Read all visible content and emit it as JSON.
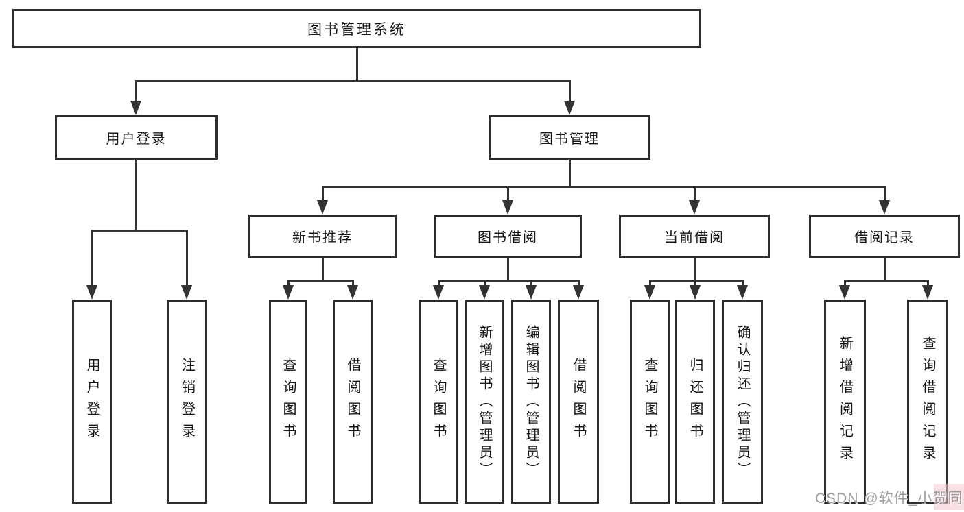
{
  "tree": {
    "root": {
      "label": "图书管理系统"
    },
    "user": {
      "label": "用户登录",
      "children": [
        {
          "label": "用户登录"
        },
        {
          "label": "注销登录"
        }
      ]
    },
    "mgmt": {
      "label": "图书管理",
      "children": [
        {
          "label": "新书推荐",
          "children": [
            {
              "label": "查询图书"
            },
            {
              "label": "借阅图书"
            }
          ]
        },
        {
          "label": "图书借阅",
          "children": [
            {
              "label": "查询图书"
            },
            {
              "label": "新增图书（管理员）"
            },
            {
              "label": "编辑图书（管理员）"
            },
            {
              "label": "借阅图书"
            }
          ]
        },
        {
          "label": "当前借阅",
          "children": [
            {
              "label": "查询图书"
            },
            {
              "label": "归还图书"
            },
            {
              "label": "确认归还（管理员）"
            }
          ]
        },
        {
          "label": "借阅记录",
          "children": [
            {
              "label": "新增借阅记录"
            },
            {
              "label": "查询借阅记录"
            }
          ]
        }
      ]
    }
  },
  "watermark": {
    "text": "CSDN @软件_小贺同学"
  },
  "colors": {
    "line": "#333333",
    "box_border": "#2d2d2d",
    "box_fill": "#ffffff",
    "text": "#161616",
    "watermark_text": "#9d9d9d",
    "watermark_highlight": "#f3c4ce"
  }
}
